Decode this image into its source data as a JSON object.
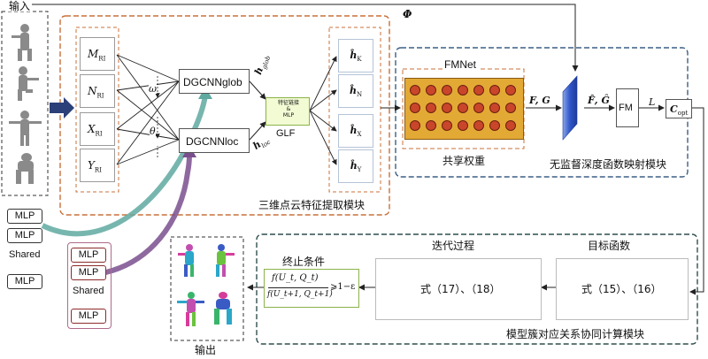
{
  "input_label": "输入",
  "output_label": "输出",
  "phi_label": "Φ",
  "ri_features": [
    "M",
    "N",
    "X",
    "Y"
  ],
  "ri_subscript": "RI",
  "omega_label": "ω",
  "theta_label": "θ",
  "dgcnn_glob": "DGCNNglob",
  "dgcnn_loc": "DGCNNloc",
  "h_glob_label": "h",
  "h_glob_sub": "glob",
  "h_loc_label": "h",
  "h_loc_sub": "loc",
  "glf_small_text": "特征链接\n&\nMLP",
  "glf_label": "GLF",
  "h_outputs": [
    "K",
    "N",
    "X",
    "Y"
  ],
  "feature_module_title": "三维点云特征提取模块",
  "fmnet_title": "FMNet",
  "shared_weight_label": "共享权重",
  "fg_label": "F, G",
  "fg_hat_label": "F̂, Ĝ",
  "fm_label": "FM",
  "l_label": "L",
  "copt_label": "C",
  "copt_sub": "opt",
  "unsup_module_title": "无监督深度函数映射模块",
  "mlp_stack_1": [
    "MLP",
    "MLP",
    "Shared",
    "MLP"
  ],
  "mlp_stack_2": [
    "MLP",
    "MLP",
    "Shared",
    "MLP"
  ],
  "objective_title": "目标函数",
  "objective_formula": "式（15）、（16）",
  "iteration_title": "迭代过程",
  "iteration_formula": "式（17）、（18）",
  "stop_title": "终止条件",
  "stop_numerator": "f(U_t, Q_t)",
  "stop_denominator": "f(U_t+1, Q_t+1)",
  "stop_rhs": "⩾1−ε",
  "cluster_module_title": "模型簇对应关系协同计算模块",
  "colors": {
    "orange_dashed": "#c8703a",
    "blue_dashed": "#3b5f86",
    "teal_dashed": "#2f4f4f",
    "teal_arrow": "#5fa9a0",
    "purple_arrow": "#7a4f8e",
    "navy_arrow": "#2b3f78"
  }
}
